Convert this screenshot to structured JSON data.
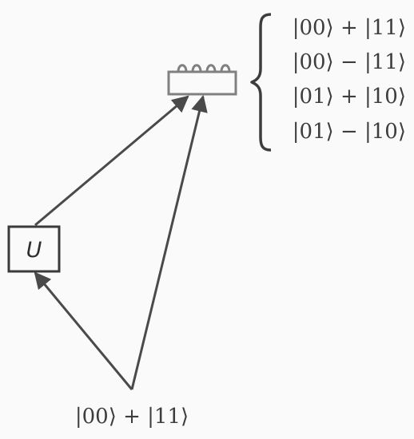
{
  "gate": {
    "label": "U"
  },
  "input_state": {
    "label": "|00⟩ + |11⟩"
  },
  "bell_states": [
    "|00⟩ + |11⟩",
    "|00⟩ − |11⟩",
    "|01⟩ + |10⟩",
    "|01⟩ − |10⟩"
  ],
  "colors": {
    "line": "#4a4a4a",
    "measurement": "#808080",
    "background": "#fafafa"
  },
  "icons": {
    "measurement_device": "bell-measurement-device-icon",
    "brace": "curly-brace-icon"
  }
}
